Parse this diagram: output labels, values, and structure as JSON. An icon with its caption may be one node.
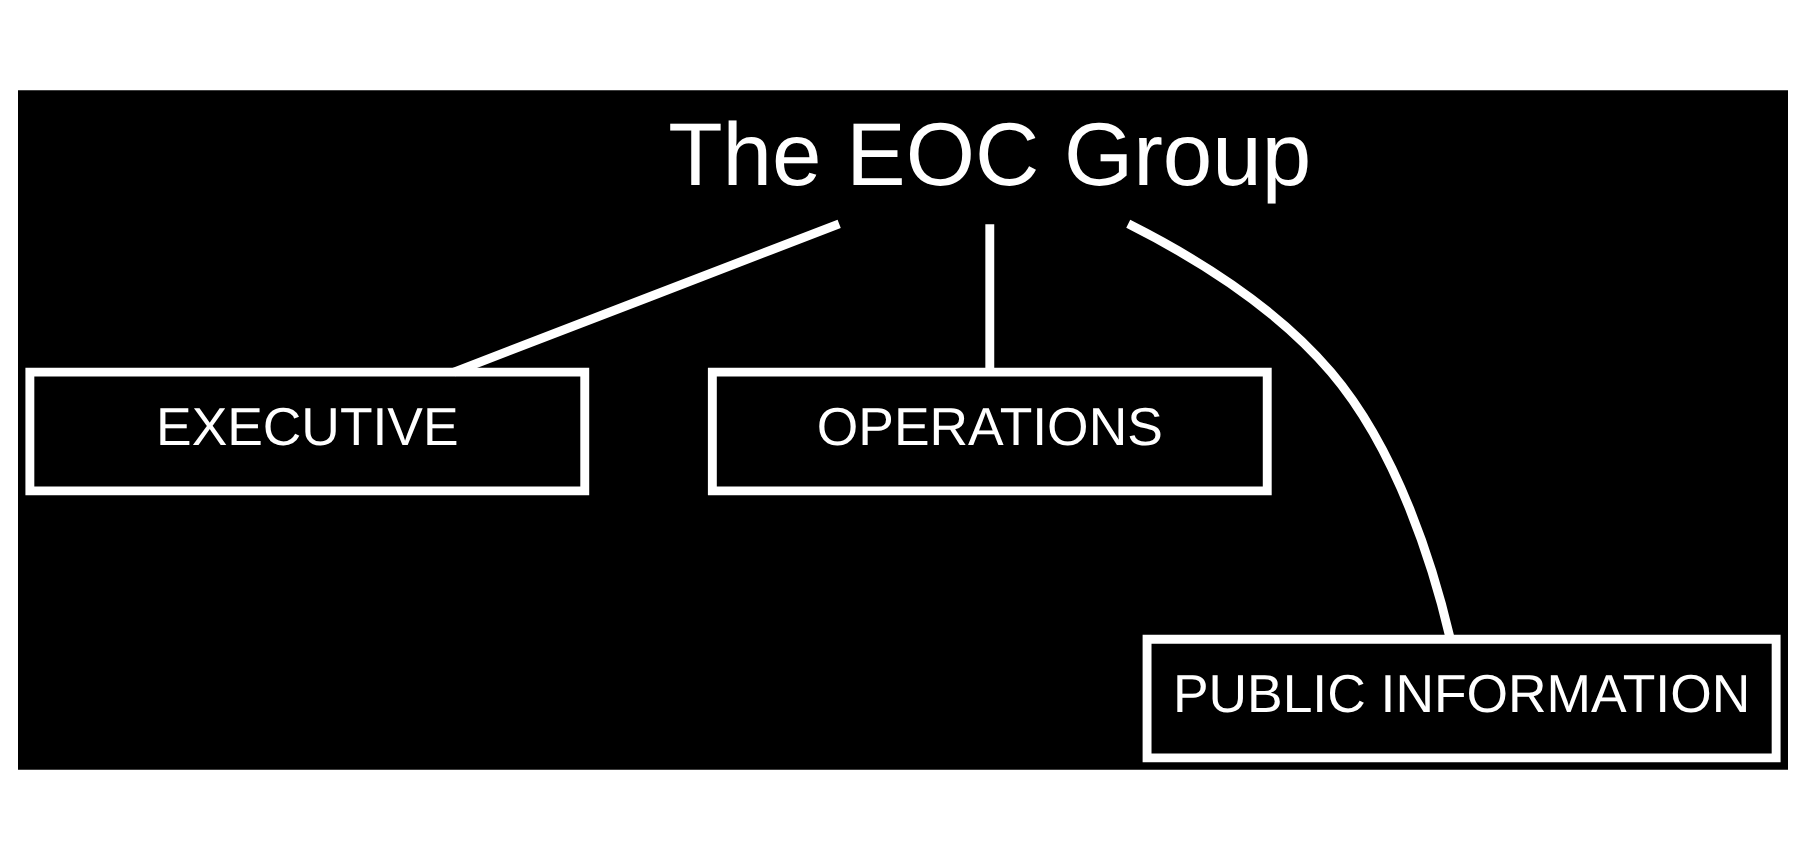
{
  "diagram": {
    "nodes": [
      {
        "text": [
          "The EOC Group"
        ]
      },
      {
        "text": [
          "EXECUTIVE"
        ]
      },
      {
        "text": [
          "OPERATIONS"
        ]
      },
      {
        "text": [
          "PUBLIC INFORMATION"
        ]
      }
    ],
    "edges": [
      {
        "from": 0,
        "to": 1,
        "arrow": "none"
      },
      {
        "from": 0,
        "to": 3,
        "arrow": "none"
      },
      {
        "from": 0,
        "to": 2,
        "arrow": "none"
      }
    ]
  }
}
